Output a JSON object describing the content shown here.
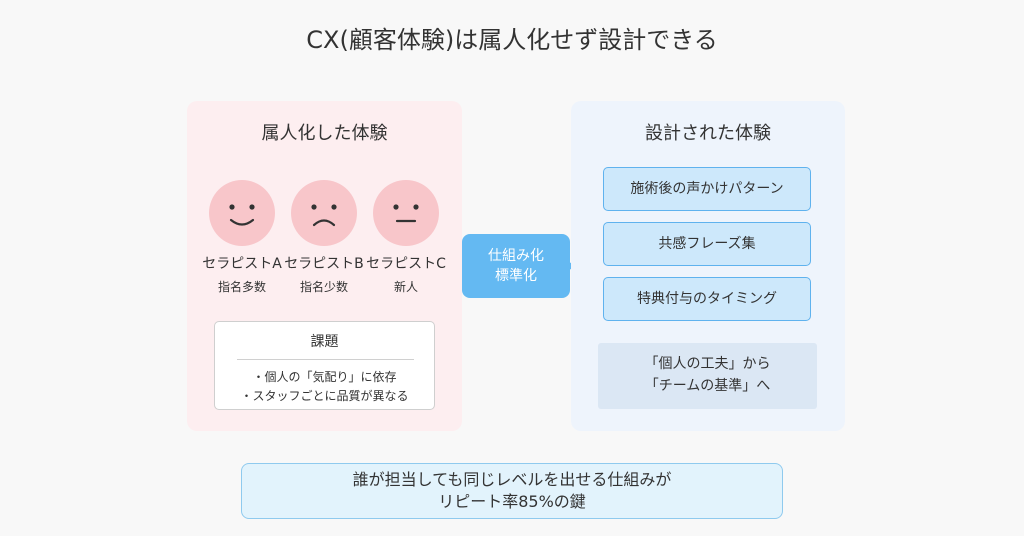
{
  "title": "CX(顧客体験)は属人化せず設計できる",
  "left_panel": {
    "heading": "属人化した体験",
    "therapists": [
      {
        "name": "セラピストA",
        "note": "指名多数",
        "face": "smiling-face-icon"
      },
      {
        "name": "セラピストB",
        "note": "指名少数",
        "face": "frowning-face-icon"
      },
      {
        "name": "セラピストC",
        "note": "新人",
        "face": "neutral-face-icon"
      }
    ],
    "issues": {
      "title": "課題",
      "items": [
        "・個人の「気配り」に依存",
        "・スタッフごとに品質が異なる"
      ]
    }
  },
  "arrow": {
    "lines": [
      "仕組み化",
      "標準化"
    ]
  },
  "right_panel": {
    "heading": "設計された体験",
    "steps": [
      "施術後の声かけパターン",
      "共感フレーズ集",
      "特典付与のタイミング"
    ],
    "shift": [
      "「個人の工夫」から",
      "「チームの基準」へ"
    ]
  },
  "conclusion": [
    "誰が担当しても同じレベルを出せる仕組みが",
    "リピート率85%の鍵"
  ],
  "colors": {
    "face": "#f8c6ca",
    "left_panel_bg": "#fdeef0",
    "right_panel_bg": "#eef4fc",
    "accent_blue": "#64b9f2",
    "step_bg": "#cde8fb"
  }
}
